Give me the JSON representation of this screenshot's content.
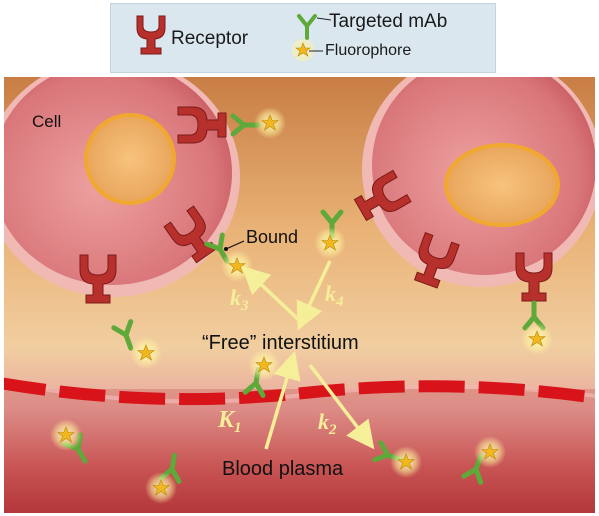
{
  "legend": {
    "receptor_label": "Receptor",
    "antibody_label": "Targeted mAb",
    "fluorophore_label": "Fluorophore"
  },
  "labels": {
    "cell": "Cell",
    "bound": "Bound",
    "free_interstitium": "“Free” interstitium",
    "blood_plasma": "Blood plasma"
  },
  "rates": {
    "k3": {
      "letter": "k",
      "sub": "3"
    },
    "k4": {
      "letter": "k",
      "sub": "4"
    },
    "K1": {
      "letter": "K",
      "sub": "1"
    },
    "k2": {
      "letter": "k",
      "sub": "2"
    }
  },
  "colors": {
    "receptor": "#b8302c",
    "antibody": "#5fa93a",
    "fluorophore": "#f2c22a",
    "arrow": "#f6ef9a",
    "vessel_wall": "#d8141a"
  }
}
